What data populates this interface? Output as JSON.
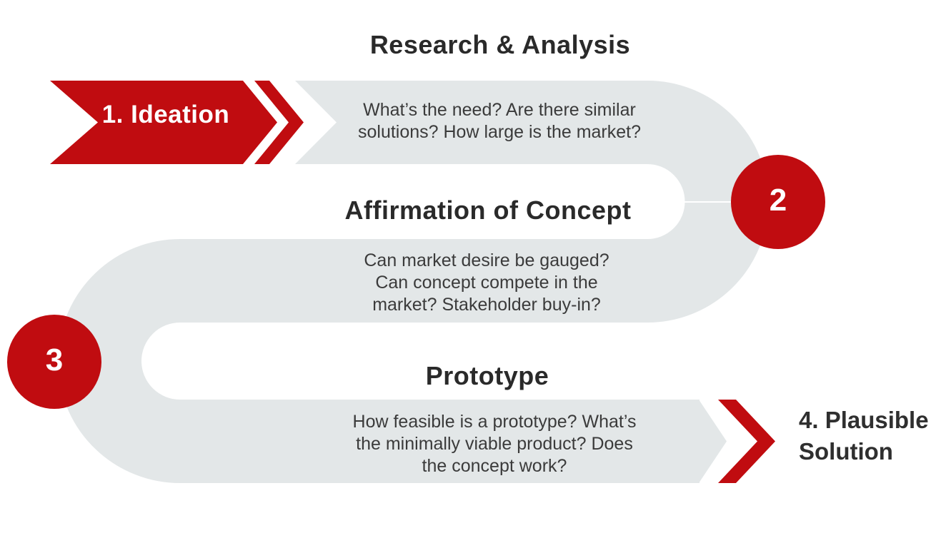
{
  "colors": {
    "red": "#C00C10",
    "band": "#E3E7E8",
    "white": "#FFFFFF",
    "title_text": "#2A2A2A",
    "body_text": "#3B3B3B"
  },
  "steps": {
    "ideation": {
      "label": "1. Ideation"
    },
    "research": {
      "title": "Research & Analysis",
      "body": "What’s the need? Are there similar\nsolutions? How large is the market?"
    },
    "step2": {
      "number": "2"
    },
    "affirmation": {
      "title": "Affirmation of Concept",
      "body": "Can market desire be gauged?\nCan concept compete in the\nmarket? Stakeholder buy-in?"
    },
    "step3": {
      "number": "3"
    },
    "prototype": {
      "title": "Prototype",
      "body": "How feasible is a prototype?  What’s\nthe minimally viable product? Does\nthe concept work?"
    },
    "solution": {
      "label": "4. Plausible\nSolution"
    }
  }
}
